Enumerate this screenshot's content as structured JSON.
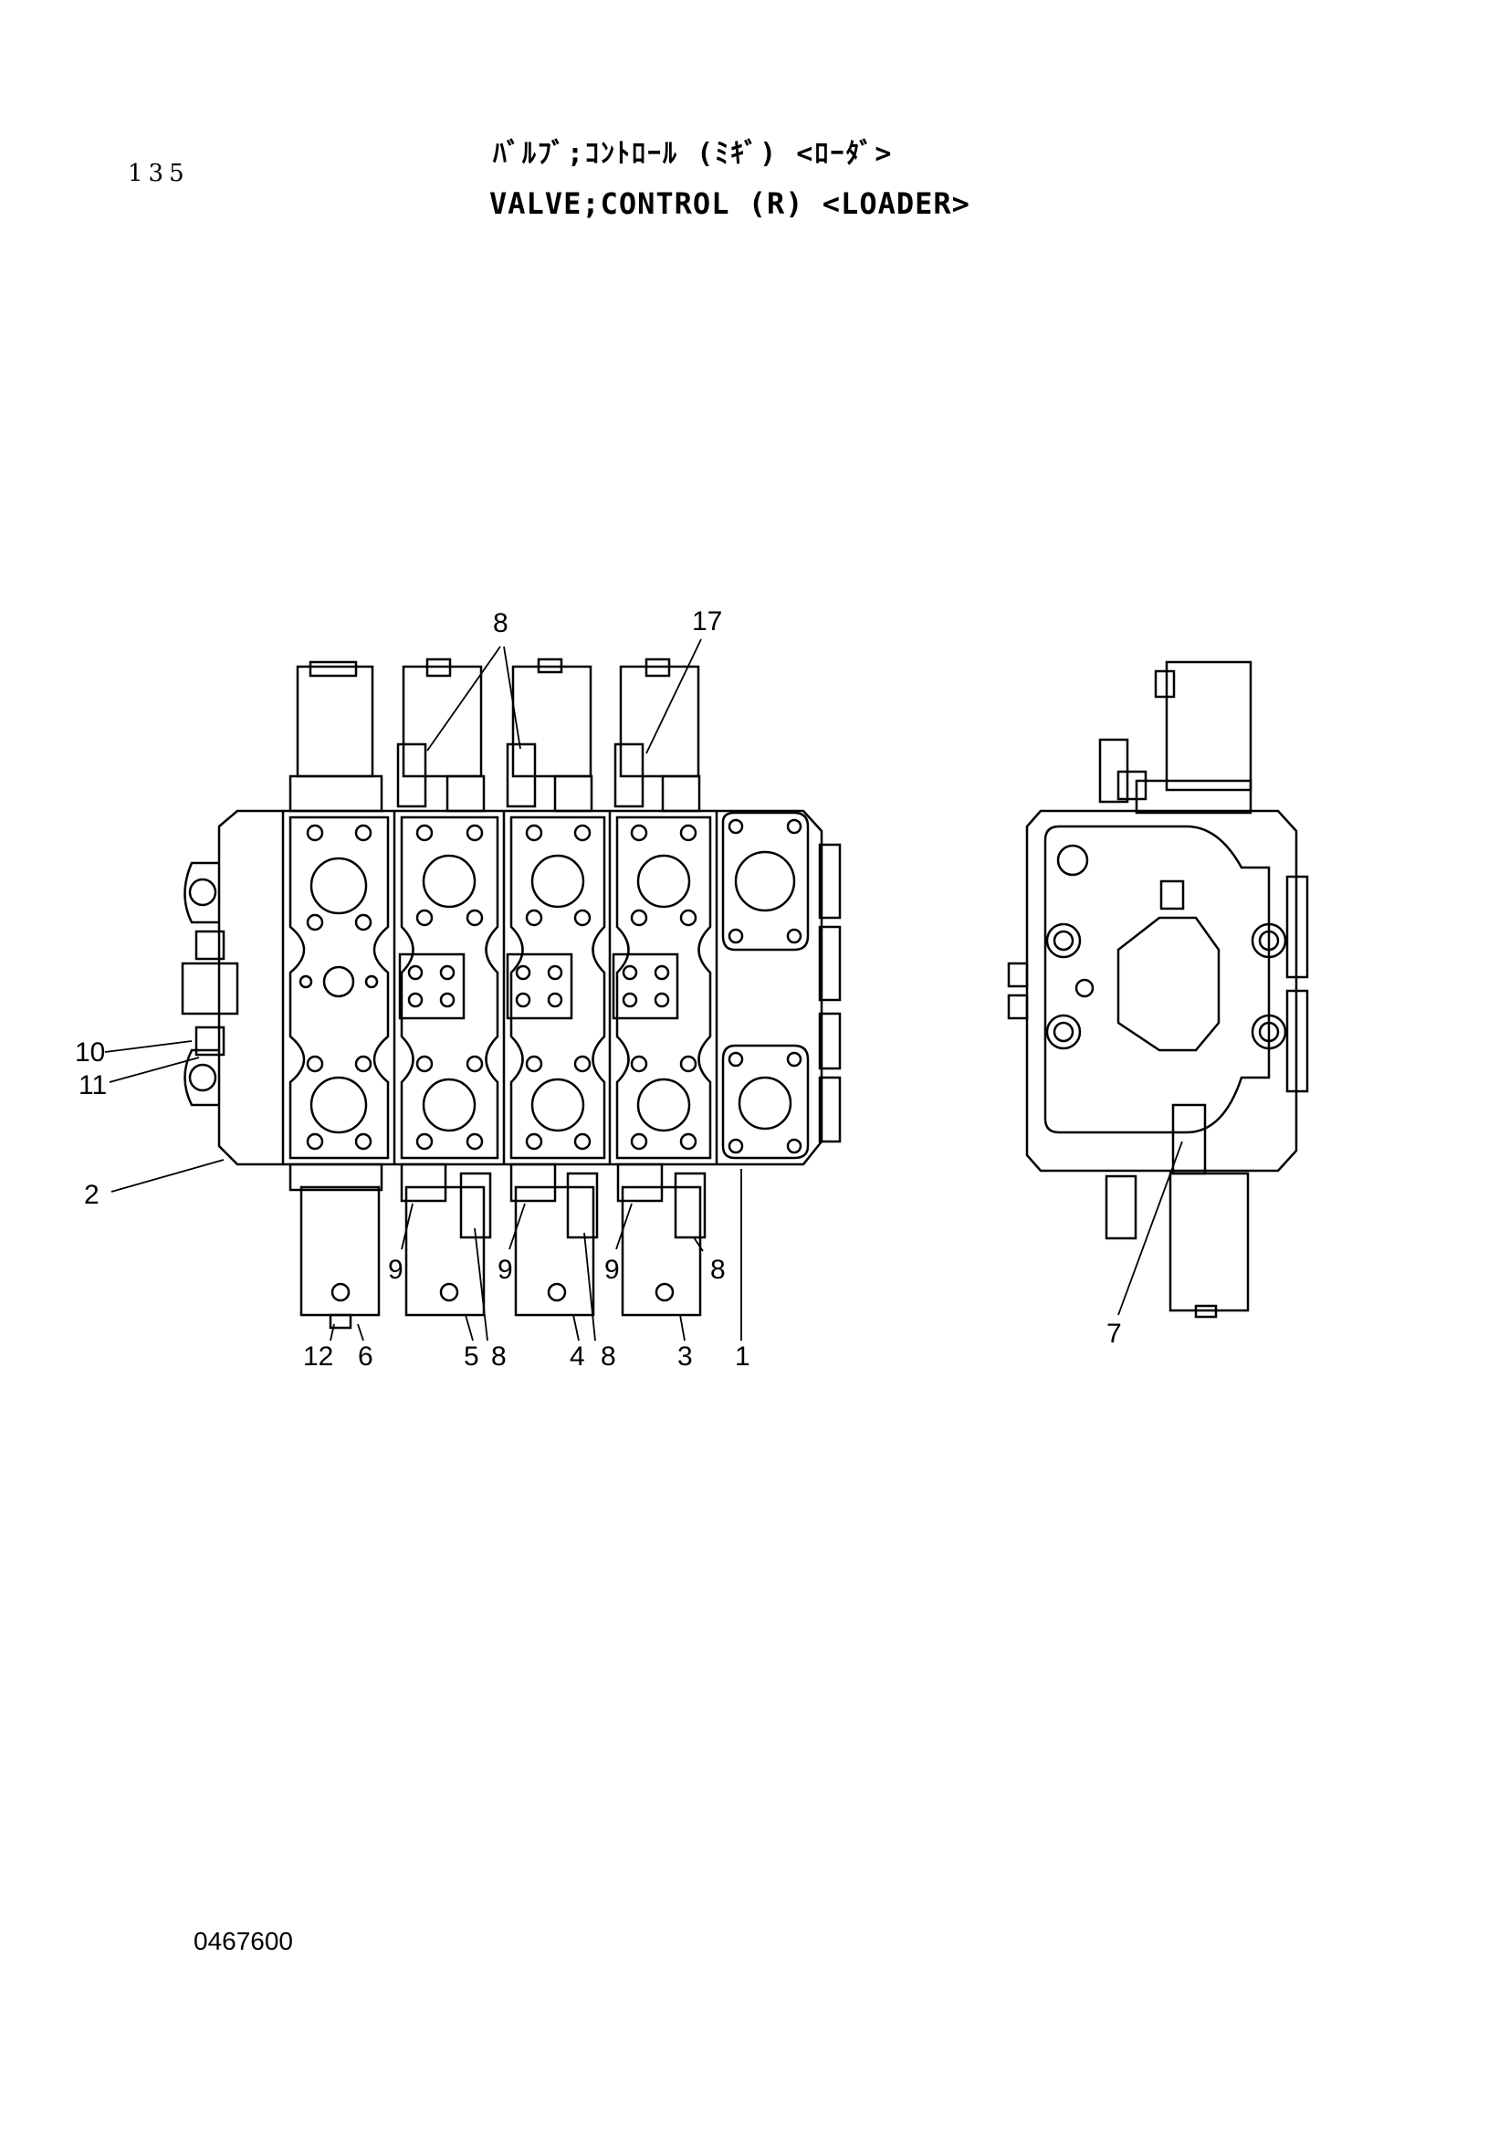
{
  "page_number": "135",
  "title_japanese": "ﾊﾞﾙﾌﾞ;ｺﾝﾄﾛｰﾙ (ﾐｷﾞ) <ﾛｰﾀﾞ>",
  "title_english": "VALVE;CONTROL (R) <LOADER>",
  "drawing_number": "0467600",
  "callouts": {
    "c8_top": "8",
    "c17": "17",
    "c10": "10",
    "c11": "11",
    "c2": "2",
    "c9_a": "9",
    "c9_b": "9",
    "c9_c": "9",
    "c8_a": "8",
    "c12": "12",
    "c6": "6",
    "c5": "5",
    "c8_b": "8",
    "c4": "4",
    "c8_c": "8",
    "c3": "3",
    "c1": "1",
    "c7": "7"
  }
}
